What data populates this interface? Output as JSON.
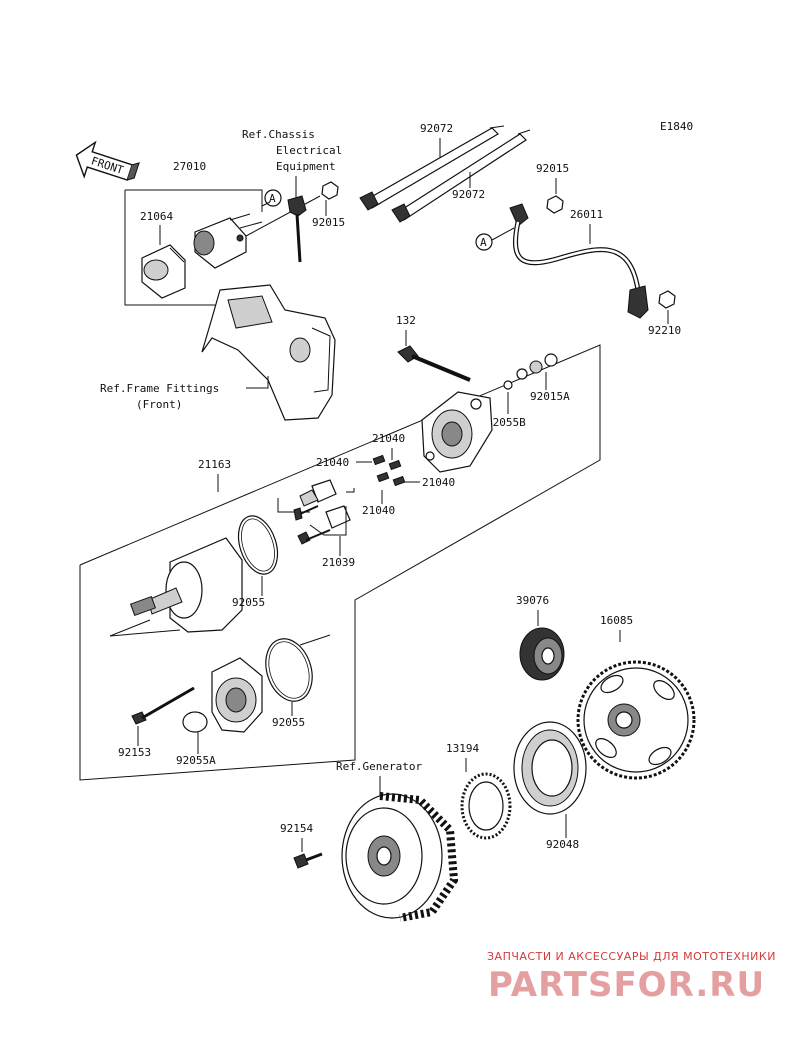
{
  "diagram_code": "E1840",
  "front_arrow": "FRONT",
  "refs": {
    "chassis_line1": "Ref.Chassis",
    "chassis_line2": "Electrical",
    "chassis_line3": "Equipment",
    "frame_line1": "Ref.Frame Fittings",
    "frame_line2": "(Front)",
    "generator": "Ref.Generator"
  },
  "marker": "A",
  "parts": {
    "p27010": "27010",
    "p21064": "21064",
    "p92015_top": "92015",
    "p92072_a": "92072",
    "p92072_b": "92072",
    "p92015_right": "92015",
    "p26011": "26011",
    "p92210": "92210",
    "p132": "132",
    "p92015A": "92015A",
    "p92055B": "92055B",
    "p21040_a": "21040",
    "p21040_b": "21040",
    "p21040_c": "21040",
    "p21040_d": "21040",
    "p21163": "21163",
    "p21039": "21039",
    "p92055_a": "92055",
    "p92055_b": "92055",
    "p92153": "92153",
    "p92055A": "92055A",
    "p39076": "39076",
    "p16085": "16085",
    "p13194": "13194",
    "p92048": "92048",
    "p92154": "92154"
  },
  "watermark": {
    "line1": "ЗАПЧАСТИ И АКСЕССУАРЫ ДЛЯ МОТОТЕХНИКИ",
    "line2": "PARTSFOR.RU"
  }
}
